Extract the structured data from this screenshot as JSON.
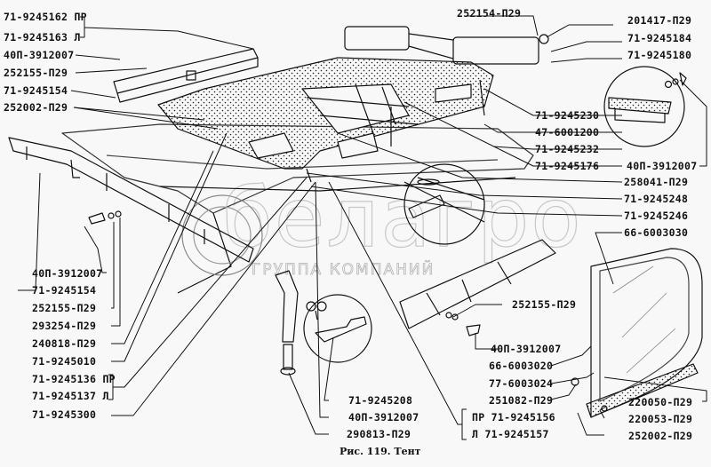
{
  "caption": "Рис. 119. Тент",
  "watermark": {
    "brand": "белагро",
    "subtitle": "ГРУППА КОМПАНИЙ"
  },
  "labels": {
    "l01": "71-9245162 ПР",
    "l02": "71-9245163 Л",
    "l03": "40П-3912007",
    "l04": "252155-П29",
    "l05": "71-9245154",
    "l06": "252002-П29",
    "l07": "252154-П29",
    "l08": "201417-П29",
    "l09": "71-9245184",
    "l10": "71-9245180",
    "l11": "71-9245230",
    "l12": "47-6001200",
    "l13": "71-9245232",
    "l14": "71-9245176",
    "l15": "40П-3912007",
    "l16": "258041-П29",
    "l17": "71-9245248",
    "l18": "71-9245246",
    "l19": "66-6003030",
    "l20": "40П-3912007",
    "l21": "71-9245154",
    "l22": "252155-П29",
    "l23": "293254-П29",
    "l24": "240818-П29",
    "l25": "71-9245010",
    "l26": "71-9245136 ПР",
    "l27": "71-9245137 Л",
    "l28": "71-9245300",
    "l29": "71-9245208",
    "l30": "40П-3912007",
    "l31": "290813-П29",
    "l32": "252155-П29",
    "l33": "40П-3912007",
    "l34": "66-6003020",
    "l35": "77-6003024",
    "l36": "251082-П29",
    "l37": "ПР 71-9245156",
    "l38": "Л 71-9245157",
    "l39": "220050-П29",
    "l40": "220053-П29",
    "l41": "252002-П29"
  }
}
